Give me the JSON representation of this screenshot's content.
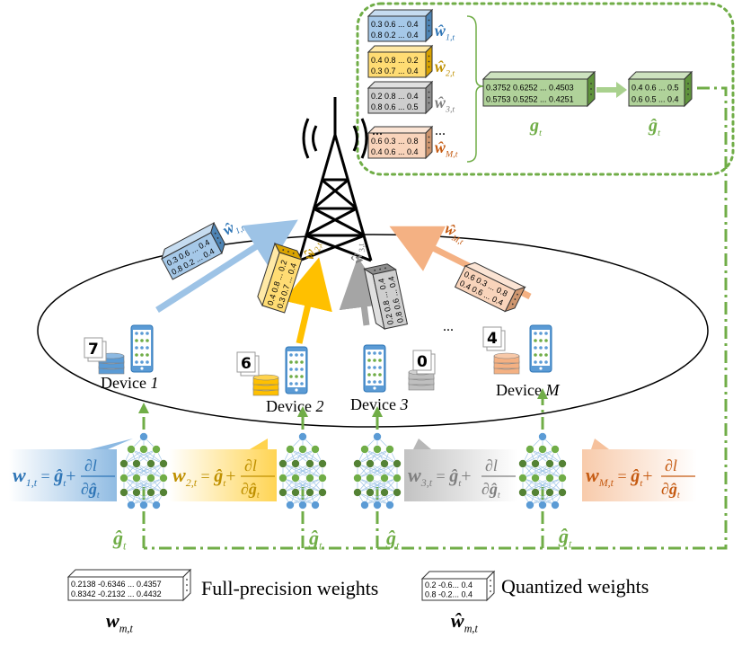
{
  "colors": {
    "blue": "#5B9BD5",
    "yellow": "#FFC000",
    "gray": "#A5A5A5",
    "orange": "#F4B183",
    "green": "#70AD47"
  },
  "devices": [
    {
      "label": "Device",
      "index": "1"
    },
    {
      "label": "Device",
      "index": "2"
    },
    {
      "label": "Device",
      "index": "3"
    },
    {
      "label": "Device",
      "index": "M"
    }
  ],
  "digits": [
    "7",
    "6",
    "0",
    "4"
  ],
  "ellipsis": "...",
  "server_boxes": [
    {
      "row1": "0.3 0.6 ... 0.4",
      "row2": "0.8 0.2 ... 0.4",
      "sym": "ŵ",
      "sub": "1,t"
    },
    {
      "row1": "0.4 0.8 ... 0.2",
      "row2": "0.3 0.7 ... 0.4",
      "sym": "ŵ",
      "sub": "2,t"
    },
    {
      "row1": "0.2 0.8 ... 0.4",
      "row2": "0.8 0.6 ... 0.5",
      "sym": "ŵ",
      "sub": "3,t"
    },
    {
      "row1": "0.6 0.3 ... 0.8",
      "row2": "0.4 0.6 ... 0.4",
      "sym": "ŵ",
      "sub": "M,t"
    }
  ],
  "aggregate": {
    "row1": "0.3752 0.6252 ... 0.4503",
    "row2": "0.5753 0.5252 ... 0.4251",
    "sym": "g",
    "sub": "t"
  },
  "quantized_aggregate": {
    "row1": "0.4 0.6 ... 0.5",
    "row2": "0.6 0.5 ... 0.4",
    "sym": "ĝ",
    "sub": "t"
  },
  "uplink_boxes": [
    {
      "row1": "0.3 0.6 ... 0.4",
      "row2": "0.8 0.2 ... 0.4",
      "sym": "ŵ",
      "sub": "1,t"
    },
    {
      "row1": "0.4 0.8 ... 0.2",
      "row2": "0.3 0.7 ... 0.4",
      "sym": "ŵ",
      "sub": "2,t"
    },
    {
      "row1": "0.2 0.8 ... 0.4",
      "row2": "0.8 0.6 ... 0.4",
      "sym": "ŵ",
      "sub": "3,t"
    },
    {
      "row1": "0.6 0.3 ... 0.8",
      "row2": "0.4 0.6 ... 0.4",
      "sym": "ŵ",
      "sub": "M,t"
    }
  ],
  "updates": [
    {
      "lhs": "w",
      "sub": "1,t",
      "eq": " = ",
      "ghat": "ĝ",
      "gsub": "t",
      "plus": "+",
      "num": "∂l",
      "den": "∂ĝ",
      "densub": "t"
    },
    {
      "lhs": "w",
      "sub": "2,t",
      "eq": " = ",
      "ghat": "ĝ",
      "gsub": "t",
      "plus": "+",
      "num": "∂l",
      "den": "∂ĝ",
      "densub": "t"
    },
    {
      "lhs": "w",
      "sub": "3,t",
      "eq": " = ",
      "ghat": "ĝ",
      "gsub": "t",
      "plus": "+",
      "num": "∂l",
      "den": "∂ĝ",
      "densub": "t"
    },
    {
      "lhs": "w",
      "sub": "M,t",
      "eq": " = ",
      "ghat": "ĝ",
      "gsub": "t",
      "plus": "+",
      "num": "∂l",
      "den": "∂ĝ",
      "densub": "t"
    }
  ],
  "downlink": {
    "sym": "ĝ",
    "sub": "t"
  },
  "legend": {
    "full": {
      "row1": "0.2138 -0.6346 ... 0.4357",
      "row2": "0.8342 -0.2132 ... 0.4432",
      "label": "Full-precision weights",
      "sym": "w",
      "sub": "m,t"
    },
    "quant": {
      "row1": "0.2 -0.6... 0.4",
      "row2": "0.8 -0.2... 0.4",
      "label": "Quantized weights",
      "sym": "ŵ",
      "sub": "m,t"
    }
  }
}
